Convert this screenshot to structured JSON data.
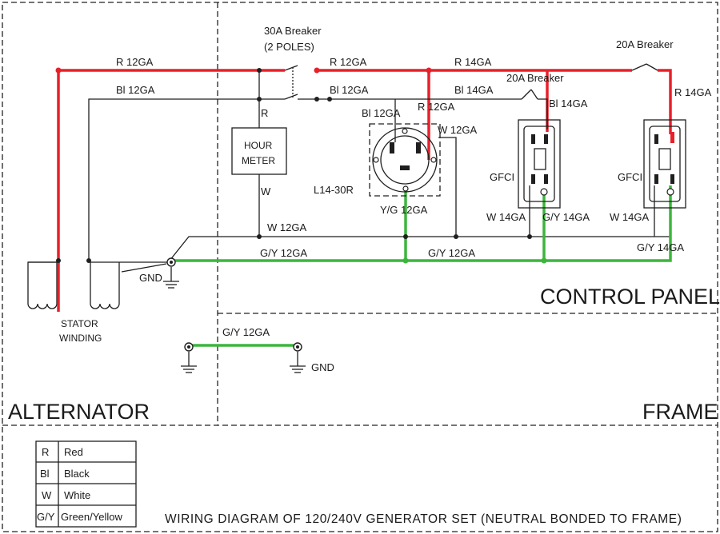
{
  "sections": {
    "alternator": "ALTERNATOR",
    "control_panel": "CONTROL PANEL",
    "frame": "FRAME"
  },
  "components": {
    "breaker_30a_line1": "30A Breaker",
    "breaker_30a_line2": "(2 POLES)",
    "breaker_20a_left": "20A Breaker",
    "breaker_20a_right": "20A Breaker",
    "hour_meter_line1": "HOUR",
    "hour_meter_line2": "METER",
    "twistlock": "L14-30R",
    "gfci_left": "GFCI",
    "gfci_right": "GFCI",
    "stator_line1": "STATOR",
    "stator_line2": "WINDING",
    "gnd_left": "GND",
    "gnd_frame": "GND"
  },
  "wire_labels": {
    "r12_top_left": "R 12GA",
    "bl12_top_left": "Bl 12GA",
    "r12_top_mid": "R 12GA",
    "bl12_mid": "Bl 12GA",
    "r14_top": "R 14GA",
    "bl14_top": "Bl 14GA",
    "r_hour": "R",
    "w_hour": "W",
    "bl12_recept": "Bl 12GA",
    "r12_recept": "R 12GA",
    "w12_recept": "W 12GA",
    "yg12": "Y/G 12GA",
    "w12_bus": "W 12GA",
    "gy12_left": "G/Y 12GA",
    "gy12_right": "G/Y 12GA",
    "bl14_gfci": "Bl 14GA",
    "w14_left": "W 14GA",
    "gy14_left": "G/Y 14GA",
    "w14_right": "W 14GA",
    "gy14_right": "G/Y 14GA",
    "r14_right": "R 14GA",
    "gy12_frame": "G/Y 12GA"
  },
  "legend": [
    {
      "code": "R",
      "meaning": "Red"
    },
    {
      "code": "Bl",
      "meaning": "Black"
    },
    {
      "code": "W",
      "meaning": "White"
    },
    {
      "code": "G/Y",
      "meaning": "Green/Yellow"
    }
  ],
  "caption": "WIRING DIAGRAM OF 120/240V GENERATOR SET (NEUTRAL BONDED TO FRAME)",
  "colors": {
    "red_wire": "#e8202a",
    "green_wire": "#3db53d",
    "black_wire": "#1f1f1f"
  }
}
